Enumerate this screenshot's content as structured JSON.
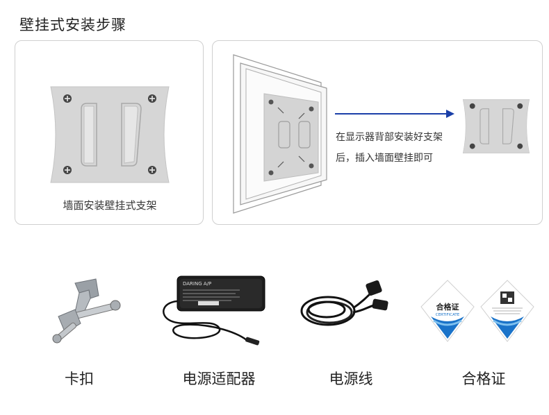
{
  "page": {
    "title": "壁挂式安装步骤"
  },
  "step1": {
    "caption": "墙面安装壁挂式支架"
  },
  "step2": {
    "instruction": "在显示器背部安装好支架后，插入墙面壁挂即可"
  },
  "accessories": [
    {
      "label": "卡扣",
      "icon": "clip-icon"
    },
    {
      "label": "电源适配器",
      "icon": "power-adapter-icon"
    },
    {
      "label": "电源线",
      "icon": "power-cable-icon"
    },
    {
      "label": "合格证",
      "icon": "certificate-icon"
    }
  ],
  "adapter": {
    "brand": "DARING A/P"
  },
  "certificate": {
    "title": "合格证",
    "subtitle": "CERTIFICATE"
  },
  "colors": {
    "arrow": "#1a3fa8",
    "plate": "#d4d4d4",
    "cert_blue": "#1a73c9"
  }
}
